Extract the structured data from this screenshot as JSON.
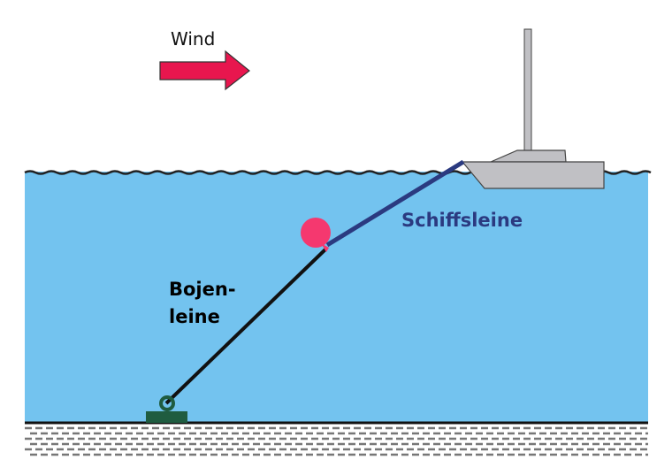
{
  "wind_label": "Wind",
  "ship_line_label": "Schiffsleine",
  "buoy_line_label": "Bojen-\nleine",
  "colors": {
    "water": "#73c3ef",
    "wind_arrow": "#e8164e",
    "buoy": "#f5386f",
    "ship_line": "#2b3a80",
    "buoy_line": "#111111",
    "anchor": "#1f5c40",
    "boat": "#c0c0c4"
  }
}
